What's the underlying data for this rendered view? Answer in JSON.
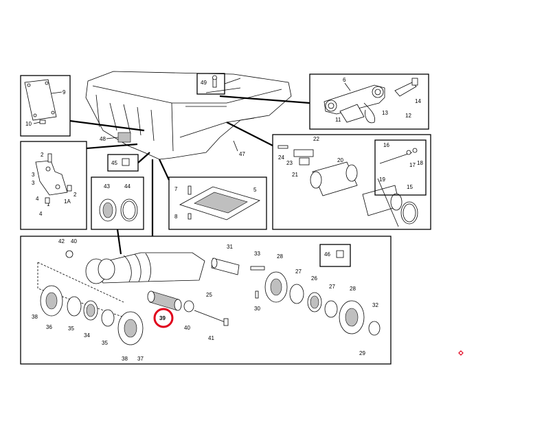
{
  "labels": {
    "l1": "1",
    "l1a": "1A",
    "l2a": "2",
    "l2b": "2",
    "l3a": "3",
    "l3b": "3",
    "l4a": "4",
    "l4b": "4",
    "l5": "5",
    "l6": "6",
    "l7": "7",
    "l8": "8",
    "l9": "9",
    "l10": "10",
    "l11": "11",
    "l12": "12",
    "l13": "13",
    "l14": "14",
    "l15": "15",
    "l16": "16",
    "l17": "17",
    "l18": "18",
    "l19": "19",
    "l20": "20",
    "l21": "21",
    "l22": "22",
    "l23": "23",
    "l24": "24",
    "l25": "25",
    "l26": "26",
    "l27a": "27",
    "l27b": "27",
    "l28a": "28",
    "l28b": "28",
    "l29": "29",
    "l30": "30",
    "l31": "31",
    "l32": "32",
    "l33": "33",
    "l34": "34",
    "l35a": "35",
    "l35b": "35",
    "l36": "36",
    "l37": "37",
    "l38a": "38",
    "l38b": "38",
    "l39": "39",
    "l40a": "40",
    "l40b": "40",
    "l41": "41",
    "l42": "42",
    "l43": "43",
    "l44": "44",
    "l45": "45",
    "l46": "46",
    "l47": "47",
    "l48": "48",
    "l49": "49"
  },
  "highlight": {
    "label": "39",
    "color": "#e0001b"
  },
  "marker_color": "#e0001b"
}
